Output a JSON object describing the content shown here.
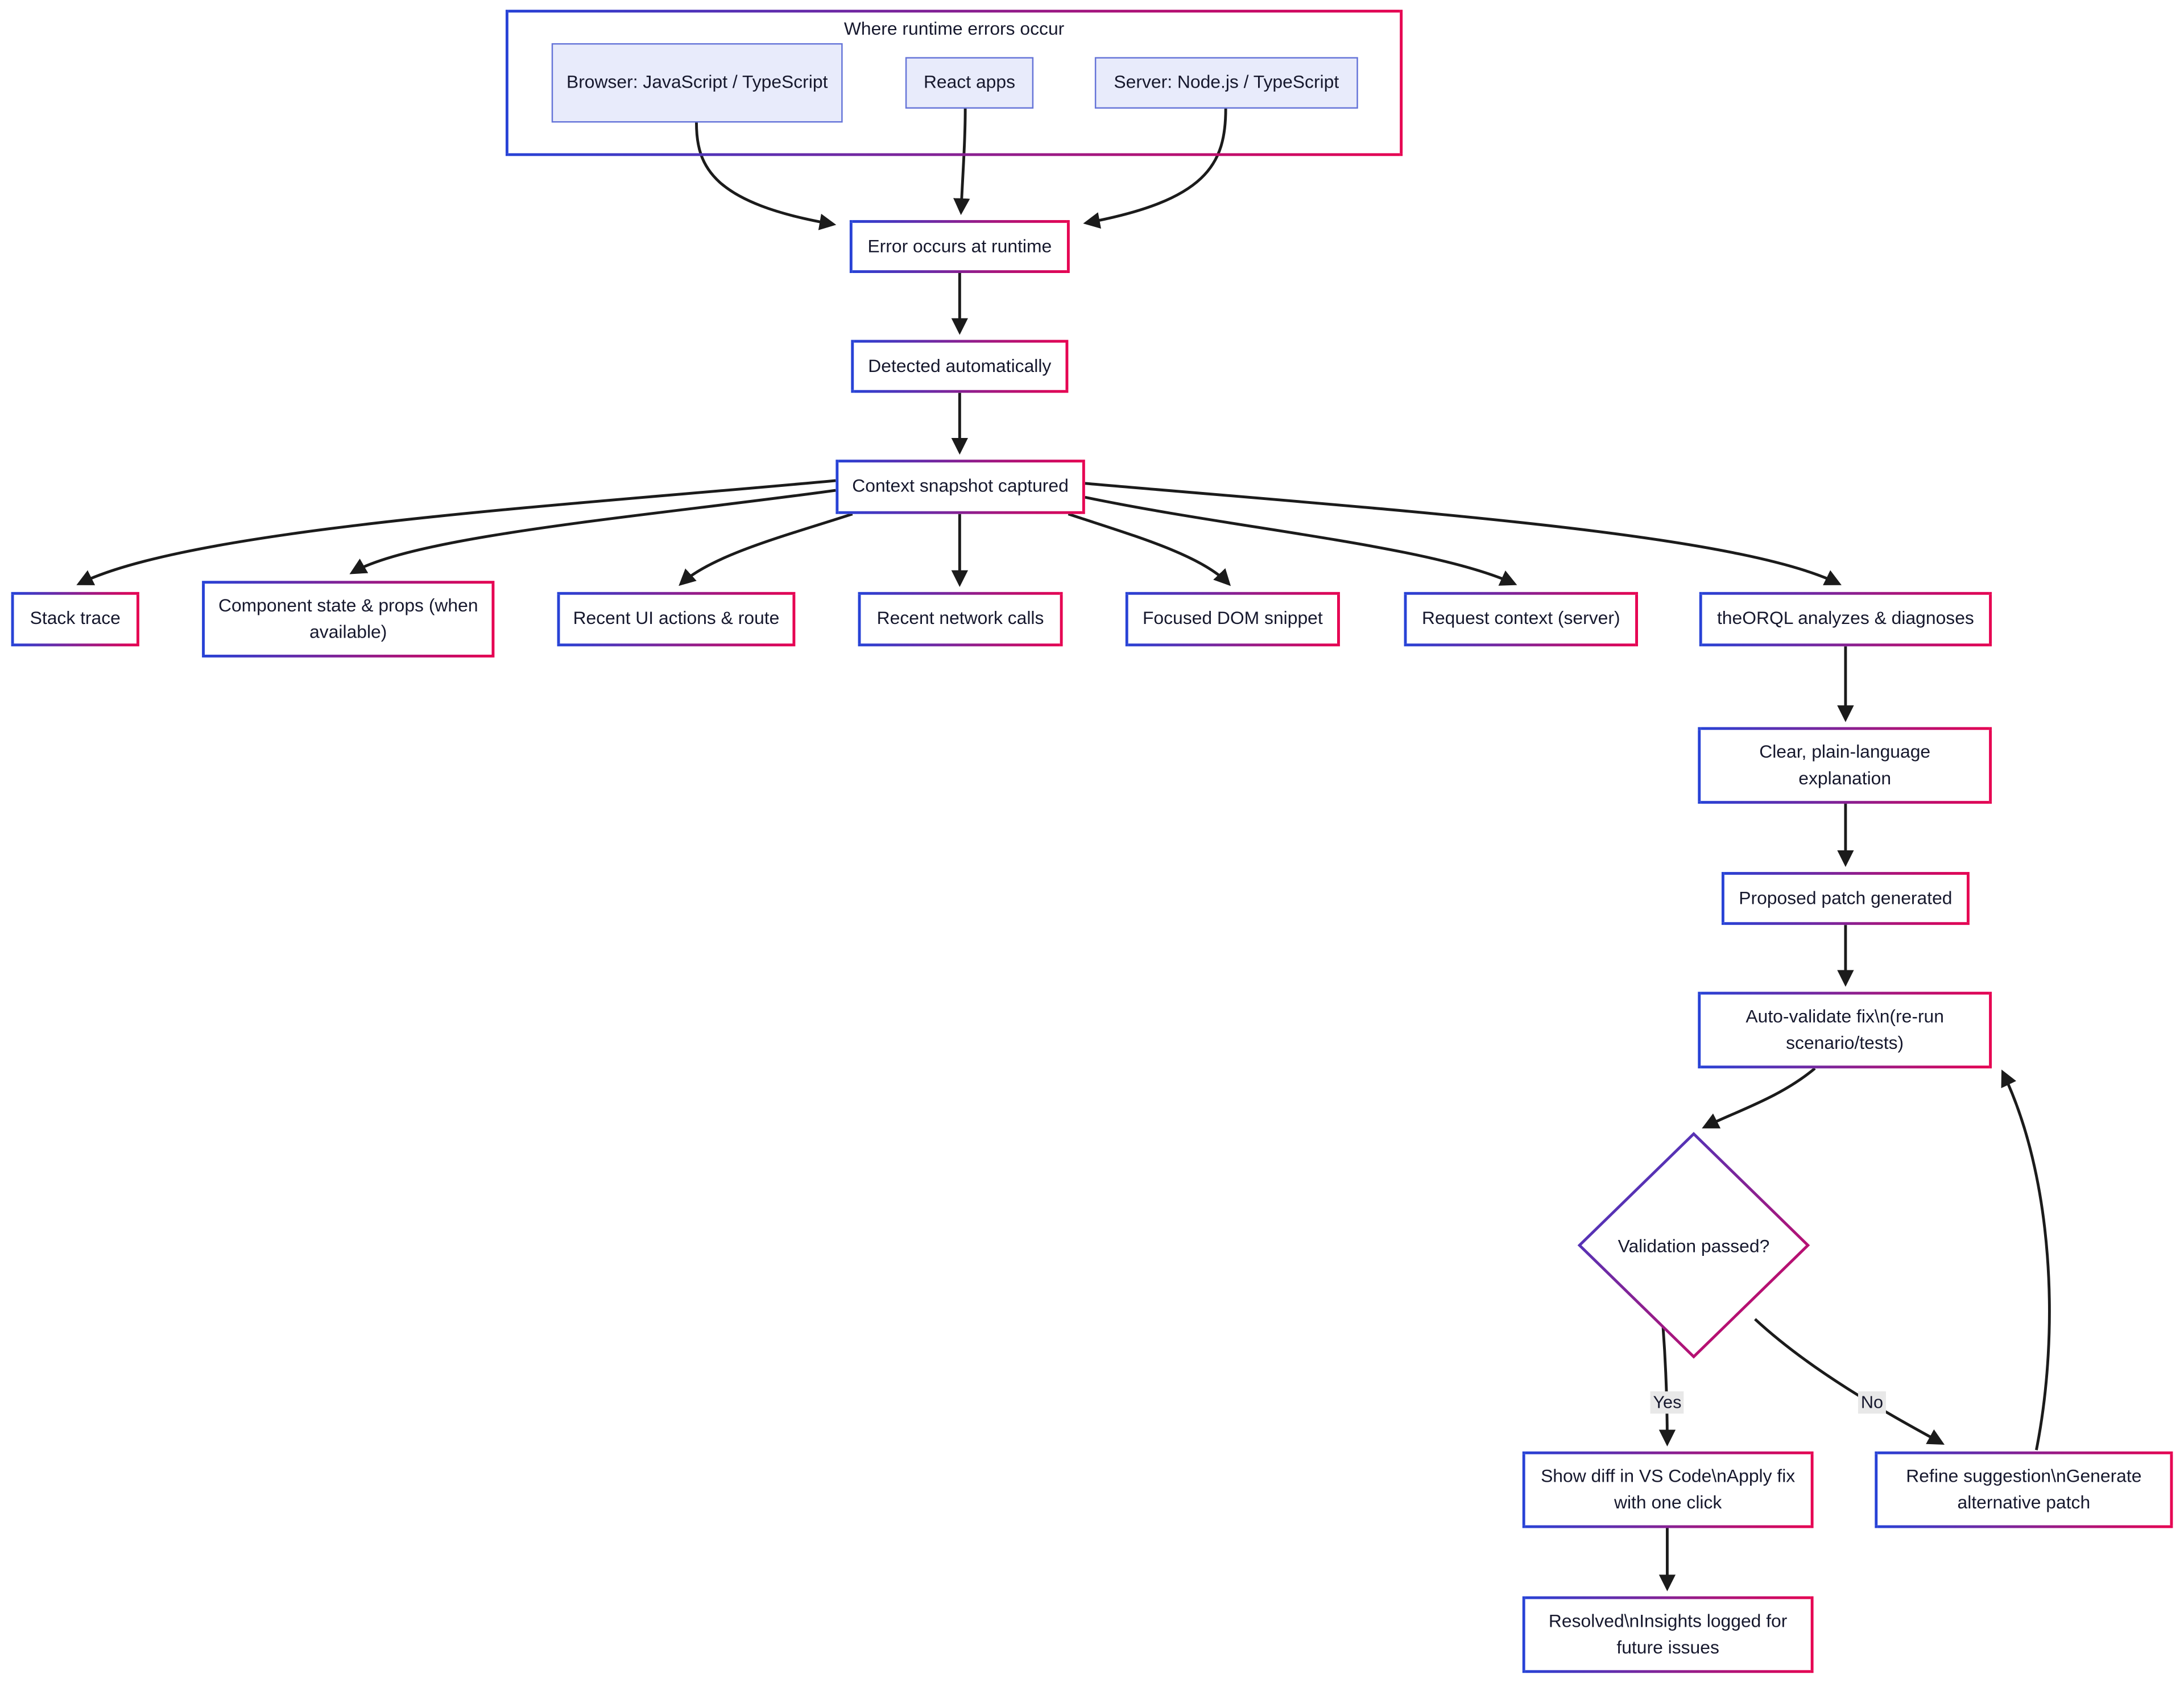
{
  "subgraph": {
    "title": "Where runtime errors occur",
    "nodes": {
      "browser": "Browser: JavaScript / TypeScript",
      "react": "React apps",
      "server": "Server: Node.js / TypeScript"
    }
  },
  "nodes": {
    "error": "Error occurs at runtime",
    "detected": "Detected automatically",
    "context": "Context snapshot captured",
    "stack": "Stack trace",
    "component_state": "Component state & props (when available)",
    "ui_actions": "Recent UI actions & route",
    "network_calls": "Recent network calls",
    "dom_snippet": "Focused DOM snippet",
    "request_context": "Request context (server)",
    "analyze": "theORQL analyzes & diagnoses",
    "explanation": "Clear, plain-language explanation",
    "patch": "Proposed patch generated",
    "validate": "Auto-validate fix\\n(re-run scenario/tests)",
    "decision": "Validation passed?",
    "show_diff": "Show diff in VS Code\\nApply fix with one click",
    "refine": "Refine suggestion\\nGenerate alternative patch",
    "resolved": "Resolved\\nInsights logged for future issues"
  },
  "edge_labels": {
    "yes": "Yes",
    "no": "No"
  },
  "colors": {
    "gradient_start": "#2742d6",
    "gradient_end": "#e60051",
    "source_fill": "#e8ebfb",
    "source_border": "#6574d8",
    "node_fill": "#ffffff",
    "edge": "#1b1b1b",
    "edge_label_bg": "#e8e8e8",
    "text": "#16182d"
  }
}
